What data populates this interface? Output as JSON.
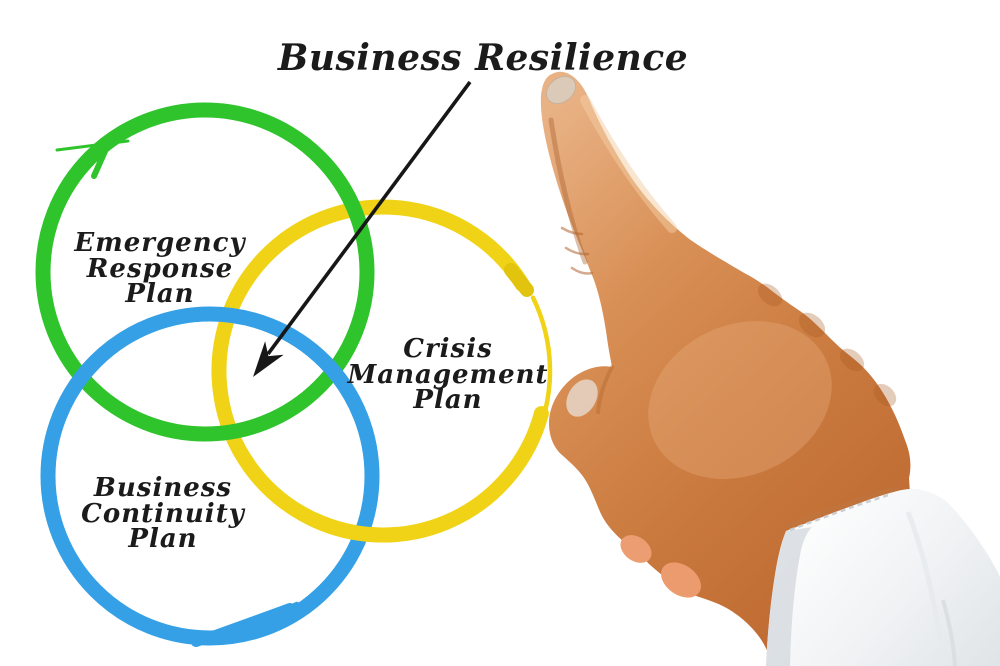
{
  "diagram": {
    "title": "Business Resilience",
    "circles": [
      {
        "id": "emergency-response-plan",
        "label": "Emergency Response Plan",
        "lines": [
          "Emergency",
          "Response",
          "Plan"
        ],
        "color": "#2fc42c"
      },
      {
        "id": "crisis-management-plan",
        "label": "Crisis Management Plan",
        "lines": [
          "Crisis",
          "Management",
          "Plan"
        ],
        "color": "#f0d317"
      },
      {
        "id": "business-continuity-plan",
        "label": "Business Continuity Plan",
        "lines": [
          "Business",
          "Continuity",
          "Plan"
        ],
        "color": "#35a0e5"
      }
    ],
    "arrow": {
      "from": "title",
      "to": "center-overlap",
      "color": "#171717"
    },
    "photo": {
      "subject": "pointing-hand",
      "skin_light": "#ecbd8f",
      "skin_mid": "#d5884e",
      "skin_dark": "#b46230",
      "nail": "#dccab8",
      "cuff_white": "#fafbfc",
      "cuff_shadow": "#d6dbdf"
    },
    "background": "#ffffff",
    "text_color": "#1b1b1b"
  }
}
